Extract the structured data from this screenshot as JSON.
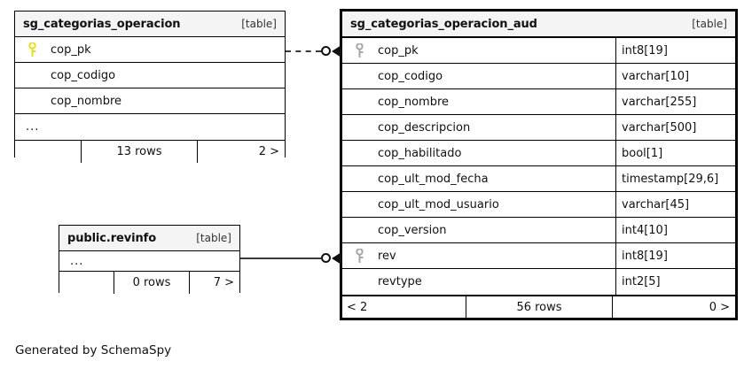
{
  "diagram": {
    "caption": "Generated by SchemaSpy",
    "table_tag": "[table]",
    "key_icon_name": "primary-key-icon"
  },
  "tables": [
    {
      "id": "sg_categorias_operacion",
      "title": "sg_categorias_operacion",
      "tag": "[table]",
      "columns": [
        {
          "name": "cop_pk",
          "key": "yellow",
          "type": ""
        },
        {
          "name": "cop_codigo",
          "key": "none",
          "type": ""
        },
        {
          "name": "cop_nombre",
          "key": "none",
          "type": ""
        }
      ],
      "ellipsis": "...",
      "footer": {
        "left": "",
        "mid": "13 rows",
        "right": "2 >"
      }
    },
    {
      "id": "public_revinfo",
      "title": "public.revinfo",
      "tag": "[table]",
      "columns": [],
      "ellipsis": "...",
      "footer": {
        "left": "",
        "mid": "0 rows",
        "right": "7 >"
      }
    },
    {
      "id": "sg_categorias_operacion_aud",
      "title": "sg_categorias_operacion_aud",
      "tag": "[table]",
      "columns": [
        {
          "name": "cop_pk",
          "key": "gray",
          "type": "int8[19]"
        },
        {
          "name": "cop_codigo",
          "key": "none",
          "type": "varchar[10]"
        },
        {
          "name": "cop_nombre",
          "key": "none",
          "type": "varchar[255]"
        },
        {
          "name": "cop_descripcion",
          "key": "none",
          "type": "varchar[500]"
        },
        {
          "name": "cop_habilitado",
          "key": "none",
          "type": "bool[1]"
        },
        {
          "name": "cop_ult_mod_fecha",
          "key": "none",
          "type": "timestamp[29,6]"
        },
        {
          "name": "cop_ult_mod_usuario",
          "key": "none",
          "type": "varchar[45]"
        },
        {
          "name": "cop_version",
          "key": "none",
          "type": "int4[10]"
        },
        {
          "name": "rev",
          "key": "gray",
          "type": "int8[19]"
        },
        {
          "name": "revtype",
          "key": "none",
          "type": "int2[5]"
        }
      ],
      "ellipsis": "",
      "footer": {
        "left": "< 2",
        "mid": "56 rows",
        "right": "0 >"
      }
    }
  ],
  "relationships": [
    {
      "id": "rel-operacion-aud",
      "style": "dashed",
      "from": "sg_categorias_operacion",
      "to": "sg_categorias_operacion_aud"
    },
    {
      "id": "rel-revinfo-aud",
      "style": "solid",
      "from": "public_revinfo",
      "to": "sg_categorias_operacion_aud"
    }
  ],
  "colors": {
    "pk_key": "#e8e016",
    "fk_key": "#a8a8a8",
    "header_bg": "#f4f4f4",
    "border": "#000000",
    "line": "#3a3a3a"
  }
}
